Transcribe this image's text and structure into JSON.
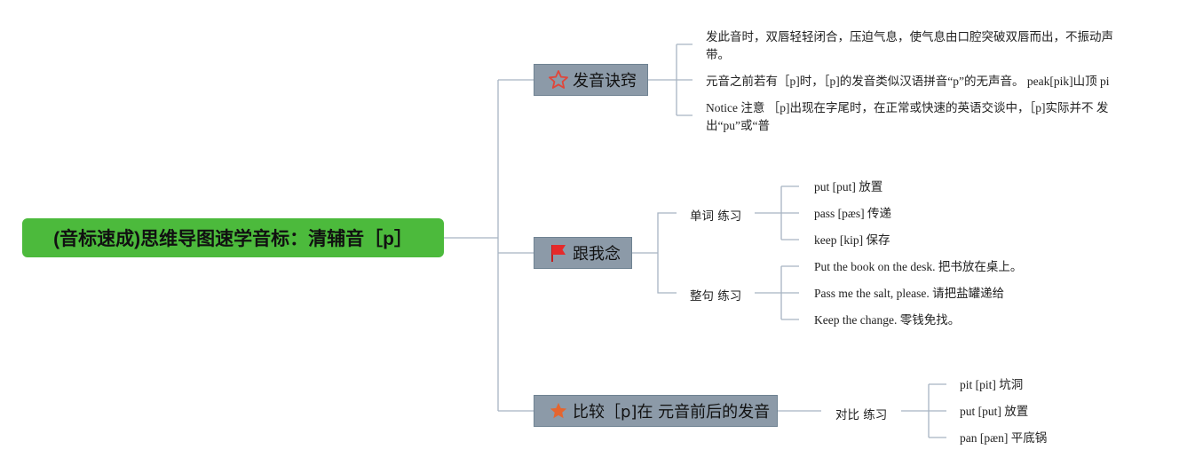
{
  "root": {
    "title": "(音标速成)思维导图速学音标：清辅音［p］"
  },
  "branches": [
    {
      "title": "发音诀窍",
      "icon": "outline-star-icon",
      "notes": [
        "发此音时，双唇轻轻闭合，压迫气息，使气息由口腔突破双唇而出，不振动声带。",
        "元音之前若有［p]时，［p]的发音类似汉语拼音“p”的无声音。 peak[pik]山顶 pi",
        "Notice 注意 ［p]出现在字尾时，在正常或快速的英语交谈中，［p]实际并不 发出“pu”或“普"
      ]
    },
    {
      "title": "跟我念",
      "icon": "red-flag-icon",
      "groups": [
        {
          "label": "单词 练习",
          "items": [
            "put [put] 放置",
            "pass [pæs] 传递",
            "keep [kip] 保存"
          ]
        },
        {
          "label": "整句 练习",
          "items": [
            "Put the book on the desk. 把书放在桌上。",
            "Pass me the salt, please. 请把盐罐递给",
            "Keep the change. 零钱免找。"
          ]
        }
      ]
    },
    {
      "title": "比较［p]在 元音前后的发音",
      "icon": "filled-star-icon",
      "groups": [
        {
          "label": "对比 练习",
          "items": [
            "pit [pit] 坑洞",
            "put [put] 放置",
            "pan [pæn] 平底锅"
          ]
        }
      ]
    }
  ],
  "colors": {
    "root_bg": "#4cba3c",
    "branch_bg": "#8c9aa8",
    "line": "#9aa8b8",
    "star_red": "#e0463a",
    "star_orange": "#e4652f"
  }
}
